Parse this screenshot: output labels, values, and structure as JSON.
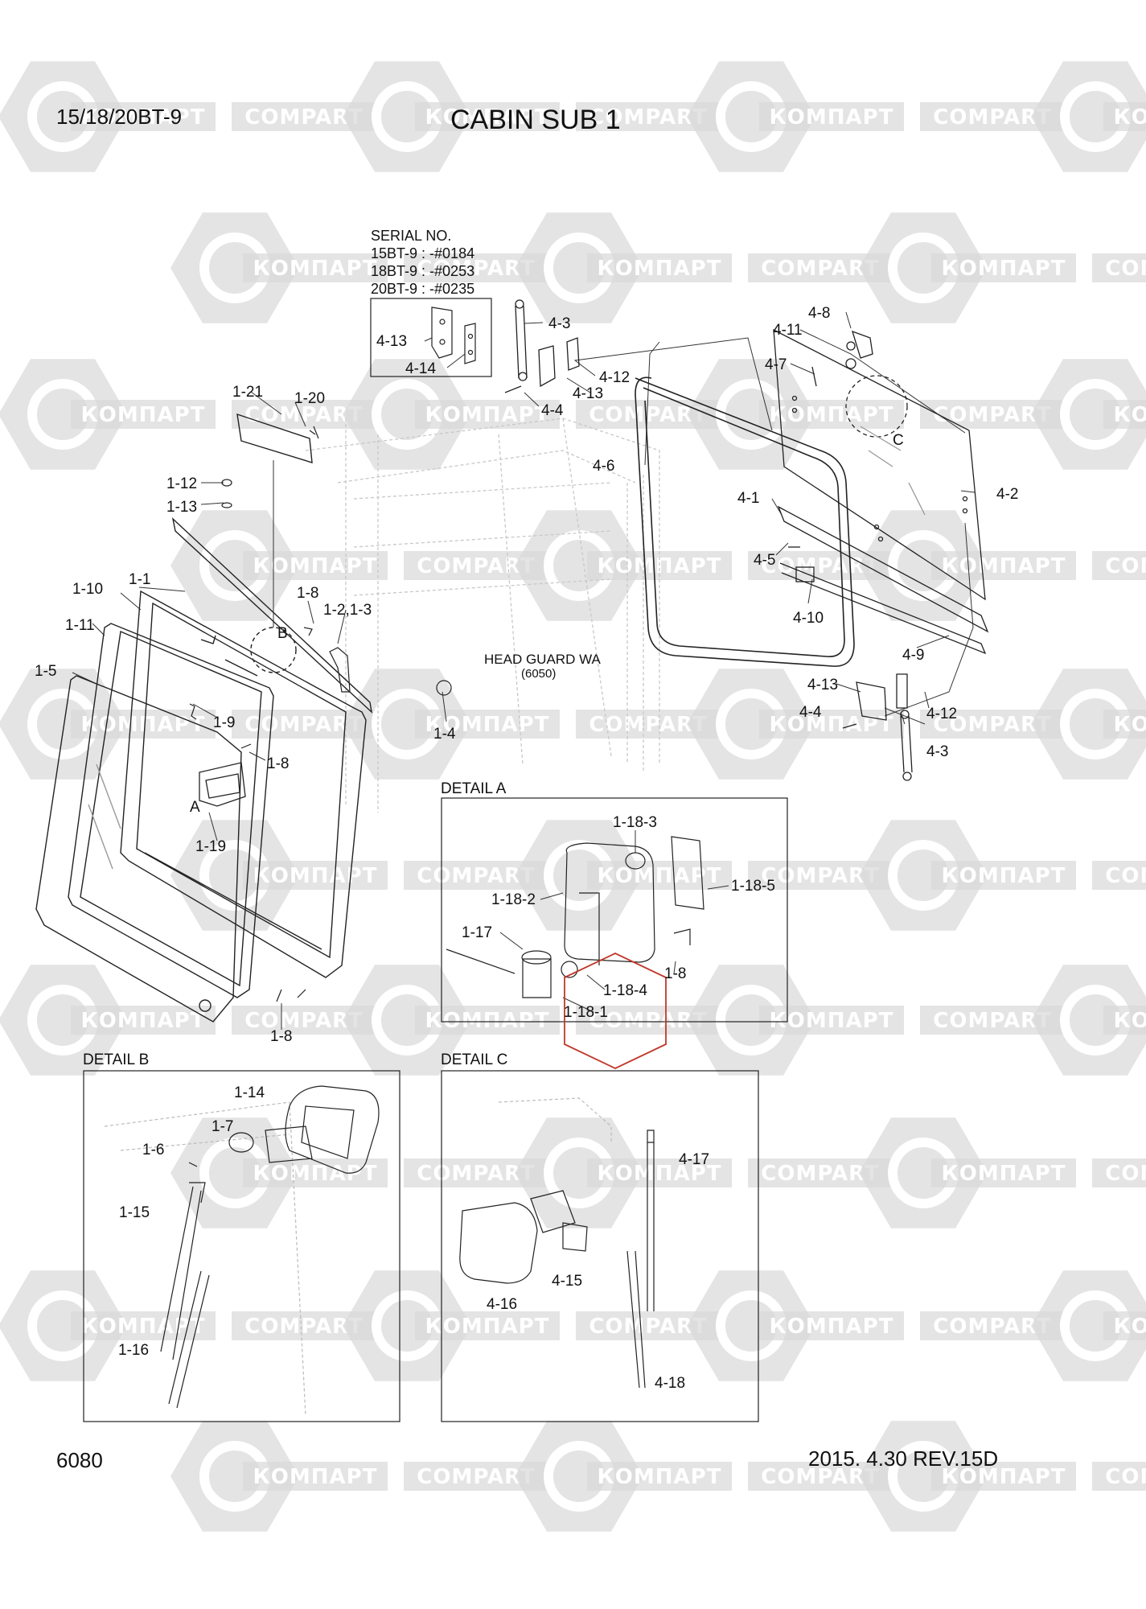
{
  "header": {
    "model": "15/18/20BT-9",
    "title": "CABIN SUB 1"
  },
  "footer": {
    "page_number": "6080",
    "revision": "2015. 4.30  REV.15D"
  },
  "serial": {
    "heading": "SERIAL NO.",
    "lines": [
      "15BT-9 : -#0184",
      "18BT-9 : -#0253",
      "20BT-9 : -#0235"
    ]
  },
  "watermark": {
    "text_cyrillic": "КОМПАРТ",
    "text_latin": "COMPART",
    "color": "#d9d9d9"
  },
  "sections": {
    "detail_a": "DETAIL A",
    "detail_b": "DETAIL B",
    "detail_c": "DETAIL C",
    "head_guard": "HEAD GUARD WA",
    "head_guard_code": "(6050)",
    "marker_a": "A",
    "marker_b": "B",
    "marker_c": "C"
  },
  "labels": {
    "p4_13_s": "4-13",
    "p4_14": "4-14",
    "p4_3_t": "4-3",
    "p4_12_t": "4-12",
    "p4_13_t": "4-13",
    "p4_4_t": "4-4",
    "p4_8": "4-8",
    "p4_11": "4-11",
    "p4_7": "4-7",
    "p4_6": "4-6",
    "p4_2": "4-2",
    "p4_1": "4-1",
    "p4_5": "4-5",
    "p4_10": "4-10",
    "p4_9": "4-9",
    "p4_13_b": "4-13",
    "p4_12_b": "4-12",
    "p4_4_b": "4-4",
    "p4_3_b": "4-3",
    "p1_21": "1-21",
    "p1_20": "1-20",
    "p1_12": "1-12",
    "p1_13": "1-13",
    "p1_10": "1-10",
    "p1_1": "1-1",
    "p1_8_a": "1-8",
    "p1_2_3": "1-2,1-3",
    "p1_11": "1-11",
    "p1_5": "1-5",
    "p1_9": "1-9",
    "p1_8_b": "1-8",
    "p1_4": "1-4",
    "p1_19": "1-19",
    "p1_8_c": "1-8",
    "p1_18_3": "1-18-3",
    "p1_18_2": "1-18-2",
    "p1_18_5": "1-18-5",
    "p1_17": "1-17",
    "p1_8_d": "1-8",
    "p1_18_4": "1-18-4",
    "p1_18_1": "1-18-1",
    "p1_14": "1-14",
    "p1_7": "1-7",
    "p1_6": "1-6",
    "p1_15": "1-15",
    "p1_16": "1-16",
    "p4_17": "4-17",
    "p4_15": "4-15",
    "p4_16": "4-16",
    "p4_18": "4-18"
  }
}
